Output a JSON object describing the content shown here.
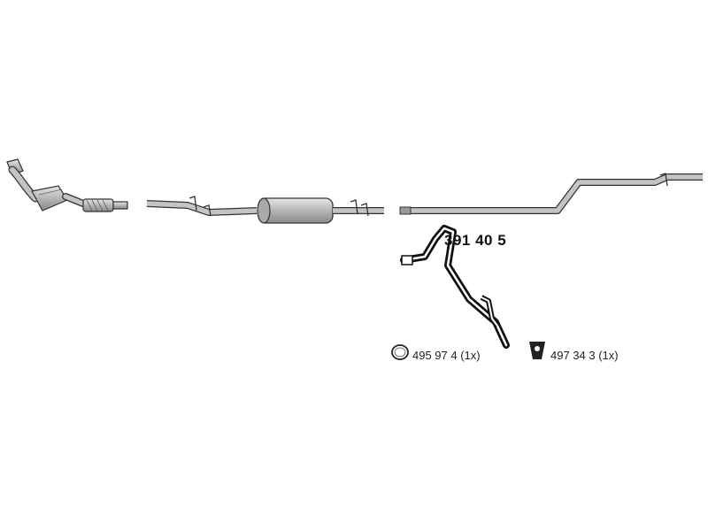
{
  "diagram": {
    "highlighted_part": "391 40 5",
    "accessories": [
      {
        "icon": "rubber-ring-icon",
        "label": "495 97 4  (1x)"
      },
      {
        "icon": "rubber-mount-icon",
        "label": "497 34 3 (1x)"
      }
    ],
    "colors": {
      "pipe_fill": "#b9b9b9",
      "pipe_outline": "#333333",
      "highlight": "#111111",
      "background": "#ffffff"
    }
  }
}
